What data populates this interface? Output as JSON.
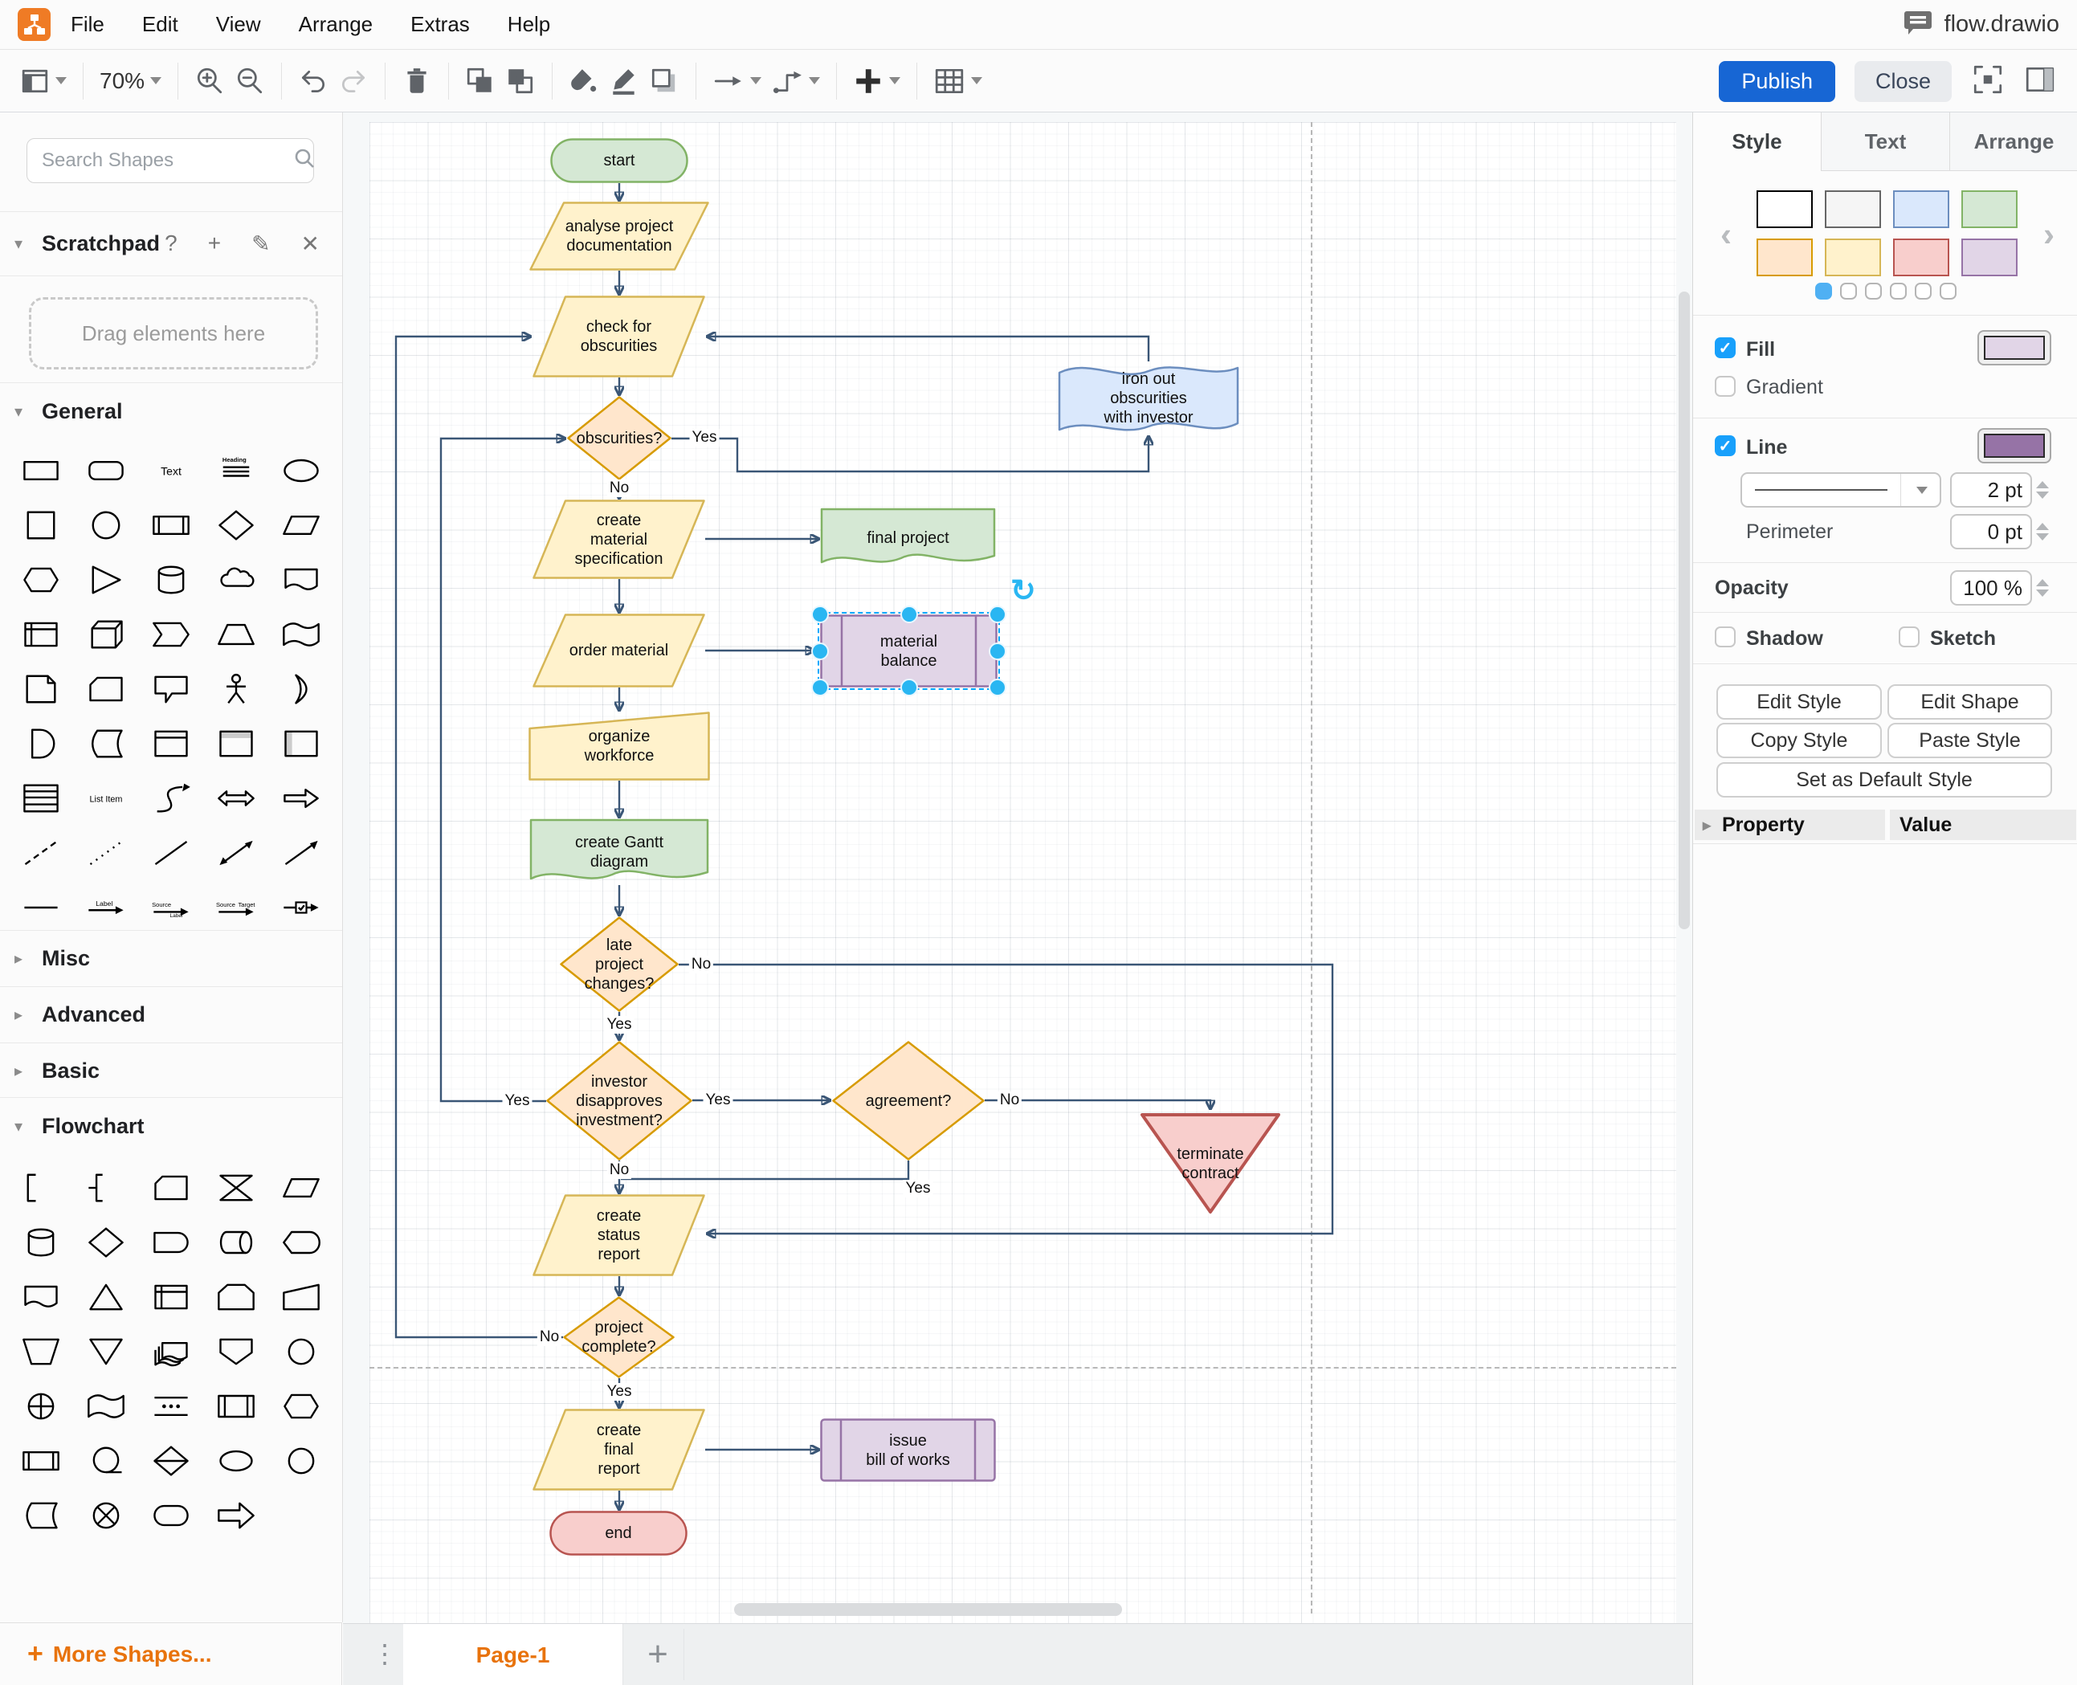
{
  "titlebar": {
    "menus": [
      "File",
      "Edit",
      "View",
      "Arrange",
      "Extras",
      "Help"
    ],
    "filename": "flow.drawio"
  },
  "toolbar": {
    "zoom_level": "70%",
    "publish_label": "Publish",
    "close_label": "Close"
  },
  "sidebar": {
    "search_placeholder": "Search Shapes",
    "scratchpad": {
      "title": "Scratchpad",
      "hint": "Drag elements here"
    },
    "sections_collapsed": [
      "Misc",
      "Advanced",
      "Basic"
    ],
    "general_title": "General",
    "flowchart_title": "Flowchart",
    "more_shapes_label": "More Shapes...",
    "general_shapes": [
      "rectangle",
      "rounded-rectangle",
      "text",
      "textbox",
      "ellipse",
      "square",
      "circle",
      "process",
      "diamond",
      "parallelogram",
      "hexagon",
      "triangle",
      "cylinder",
      "cloud",
      "document",
      "internal-storage",
      "cube",
      "step",
      "trapezoid",
      "tape",
      "note",
      "card",
      "callout",
      "actor",
      "or",
      "and",
      "data-storage",
      "container",
      "vertical-container",
      "horizontal-container",
      "list",
      "list-item",
      "curve",
      "bidirectional-arrow",
      "arrow",
      "dashed-line",
      "dotted-line",
      "line",
      "bidirectional-connector",
      "directional-connector",
      "link",
      "arrow-label",
      "arrow-source-label",
      "arrow-source-target",
      "arrow-icon"
    ],
    "flowchart_shapes": [
      "annotation",
      "annotation-2",
      "card",
      "collate",
      "data",
      "database",
      "decision",
      "delay",
      "direct-access-storage",
      "display",
      "document",
      "extract",
      "internal-storage",
      "loop-limit",
      "manual-input",
      "manual-operation",
      "merge",
      "multi-document",
      "off-page-connector",
      "connector",
      "or-junction",
      "paper-tape",
      "parallel-mode",
      "predefined-process",
      "preparation",
      "process",
      "sequential-data",
      "sort",
      "start-oval",
      "circle-shape",
      "stored-data",
      "summing-junction",
      "terminator",
      "transfer"
    ]
  },
  "canvas": {
    "page_tab": "Page-1",
    "nodes": [
      {
        "id": "start",
        "label": "start",
        "shape": "terminator",
        "fill": "#d5e8d4",
        "stroke": "#82b366",
        "selected": false
      },
      {
        "id": "analyse",
        "label": "analyse project\ndocumentation",
        "shape": "parallelogram",
        "fill": "#fff2cc",
        "stroke": "#d6b656",
        "selected": false
      },
      {
        "id": "check",
        "label": "check for\nobscurities",
        "shape": "parallelogram",
        "fill": "#fff2cc",
        "stroke": "#d6b656",
        "selected": false
      },
      {
        "id": "ironout",
        "label": "iron out\nobscurities\nwith investor",
        "shape": "tape",
        "fill": "#dae8fc",
        "stroke": "#6c8ebf",
        "selected": false
      },
      {
        "id": "obscurities",
        "label": "obscurities?",
        "shape": "diamond",
        "fill": "#ffe6cc",
        "stroke": "#d79b00",
        "selected": false
      },
      {
        "id": "spec",
        "label": "create\nmaterial\nspecification",
        "shape": "parallelogram",
        "fill": "#fff2cc",
        "stroke": "#d6b656",
        "selected": false
      },
      {
        "id": "final_project",
        "label": "final project",
        "shape": "document",
        "fill": "#d5e8d4",
        "stroke": "#82b366",
        "selected": false
      },
      {
        "id": "order",
        "label": "order material",
        "shape": "parallelogram",
        "fill": "#fff2cc",
        "stroke": "#d6b656",
        "selected": false
      },
      {
        "id": "balance",
        "label": "material\nbalance",
        "shape": "predefined",
        "fill": "#e1d5e7",
        "stroke": "#9673a6",
        "selected": true
      },
      {
        "id": "organize",
        "label": "organize\nworkforce",
        "shape": "manual-input",
        "fill": "#fff2cc",
        "stroke": "#d6b656",
        "selected": false
      },
      {
        "id": "gantt",
        "label": "create Gantt\ndiagram",
        "shape": "document",
        "fill": "#d5e8d4",
        "stroke": "#82b366",
        "selected": false
      },
      {
        "id": "late",
        "label": "late\nproject\nchanges?",
        "shape": "diamond",
        "fill": "#ffe6cc",
        "stroke": "#d79b00",
        "selected": false
      },
      {
        "id": "investor",
        "label": "investor\ndisapproves\ninvestment?",
        "shape": "diamond",
        "fill": "#ffe6cc",
        "stroke": "#d79b00",
        "selected": false
      },
      {
        "id": "agreement",
        "label": "agreement?",
        "shape": "diamond",
        "fill": "#ffe6cc",
        "stroke": "#d79b00",
        "selected": false
      },
      {
        "id": "terminate",
        "label": "terminate\ncontract",
        "shape": "inverted-triangle",
        "fill": "#f8cecc",
        "stroke": "#b85450",
        "selected": false
      },
      {
        "id": "status",
        "label": "create\nstatus\nreport",
        "shape": "parallelogram",
        "fill": "#fff2cc",
        "stroke": "#d6b656",
        "selected": false
      },
      {
        "id": "complete",
        "label": "project\ncomplete?",
        "shape": "diamond",
        "fill": "#ffe6cc",
        "stroke": "#d79b00",
        "selected": false
      },
      {
        "id": "final_report",
        "label": "create\nfinal\nreport",
        "shape": "parallelogram",
        "fill": "#fff2cc",
        "stroke": "#d6b656",
        "selected": false
      },
      {
        "id": "bill",
        "label": "issue\nbill of works",
        "shape": "predefined",
        "fill": "#e1d5e7",
        "stroke": "#9673a6",
        "selected": false
      },
      {
        "id": "end",
        "label": "end",
        "shape": "terminator",
        "fill": "#f8cecc",
        "stroke": "#b85450",
        "selected": false
      }
    ],
    "edge_labels": [
      {
        "id": "obscurities-yes",
        "text": "Yes"
      },
      {
        "id": "obscurities-no",
        "text": "No"
      },
      {
        "id": "late-no",
        "text": "No"
      },
      {
        "id": "late-yes",
        "text": "Yes"
      },
      {
        "id": "investor-yes-left",
        "text": "Yes"
      },
      {
        "id": "investor-yes-right",
        "text": "Yes"
      },
      {
        "id": "investor-no",
        "text": "No"
      },
      {
        "id": "agreement-no",
        "text": "No"
      },
      {
        "id": "agreement-yes",
        "text": "Yes"
      },
      {
        "id": "complete-no",
        "text": "No"
      },
      {
        "id": "complete-yes",
        "text": "Yes"
      }
    ]
  },
  "format_panel": {
    "tabs": [
      "Style",
      "Text",
      "Arrange"
    ],
    "active_tab": "Style",
    "swatches": [
      [
        "#ffffff",
        "#000000"
      ],
      [
        "#f5f5f5",
        "#666666"
      ],
      [
        "#dae8fc",
        "#6c8ebf"
      ],
      [
        "#d5e8d4",
        "#82b366"
      ],
      [
        "#ffe6cc",
        "#d79b00"
      ],
      [
        "#fff2cc",
        "#d6b656"
      ],
      [
        "#f8cecc",
        "#b85450"
      ],
      [
        "#e1d5e7",
        "#9673a6"
      ]
    ],
    "carousel": {
      "pages": 6,
      "active_page": 1
    },
    "fill_label": "Fill",
    "fill_color": "#e1d5e7",
    "gradient_label": "Gradient",
    "line_label": "Line",
    "line_color": "#9673a6",
    "line_width": "2 pt",
    "perimeter_label": "Perimeter",
    "perimeter_value": "0 pt",
    "opacity_label": "Opacity",
    "opacity_value": "100 %",
    "shadow_label": "Shadow",
    "sketch_label": "Sketch",
    "buttons": [
      "Edit Style",
      "Edit Shape",
      "Copy Style",
      "Paste Style",
      "Set as Default Style"
    ],
    "property_header": [
      "Property",
      "Value"
    ]
  }
}
